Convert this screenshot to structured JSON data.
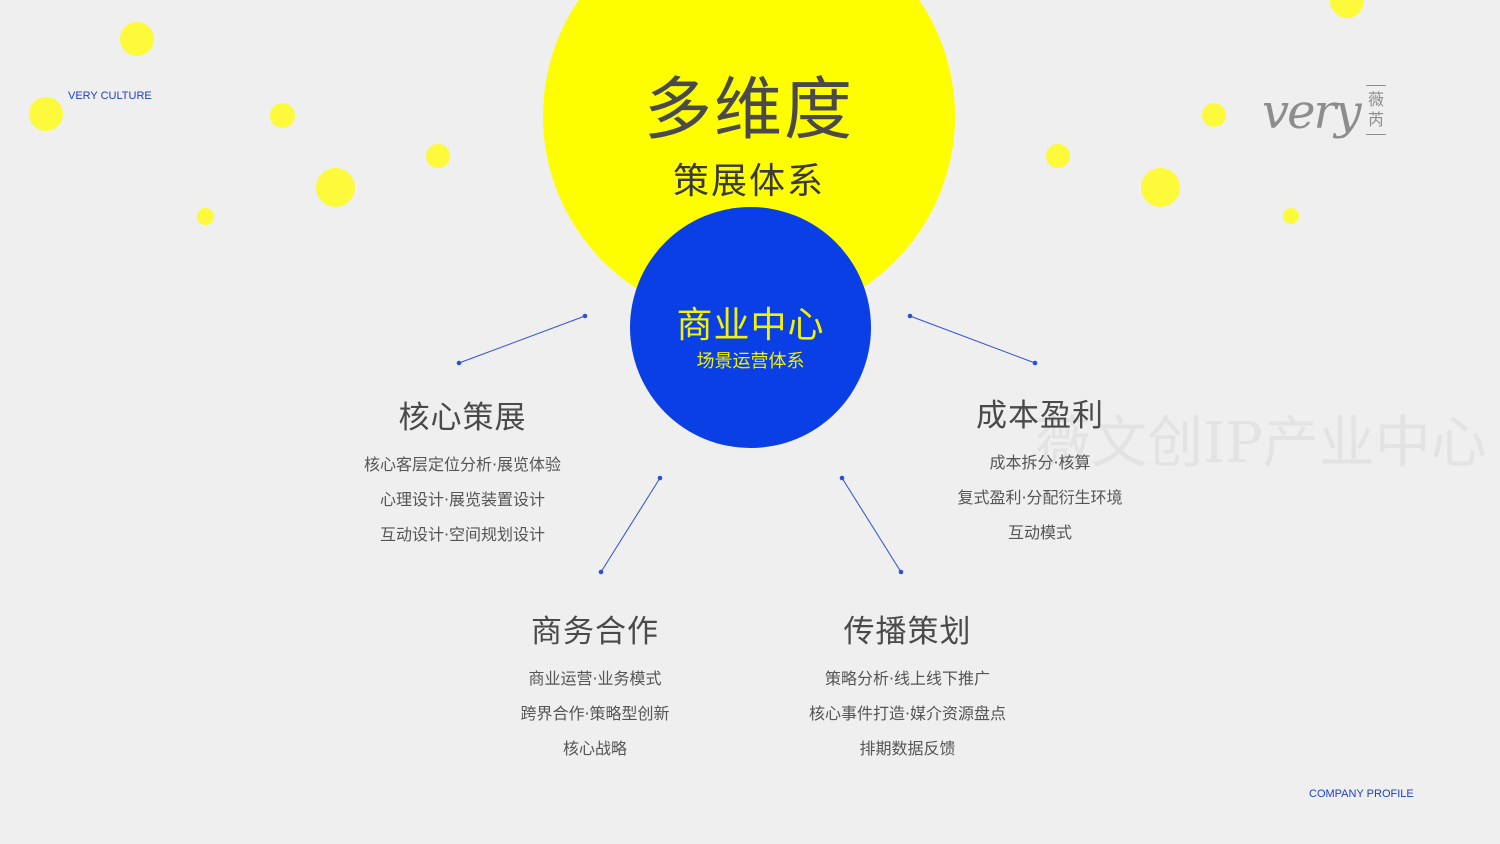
{
  "header": {
    "left_label": "VERY CULTURE",
    "title": "多维度",
    "subtitle": "策展体系"
  },
  "center": {
    "title": "商业中心",
    "subtitle": "场景运营体系"
  },
  "groups": {
    "core_curation": {
      "title": "核心策展",
      "lines": [
        "核心客层定位分析·展览体验",
        "心理设计·展览装置设计",
        "互动设计·空间规划设计"
      ]
    },
    "cost_profit": {
      "title": "成本盈利",
      "lines": [
        "成本拆分·核算",
        "复式盈利·分配衍生环境",
        "互动模式"
      ]
    },
    "business_coop": {
      "title": "商务合作",
      "lines": [
        "商业运营·业务模式",
        "跨界合作·策略型创新",
        "核心战略"
      ]
    },
    "promotion": {
      "title": "传播策划",
      "lines": [
        "策略分析·线上线下推广",
        "核心事件打造·媒介资源盘点",
        "排期数据反馈"
      ]
    }
  },
  "logo": {
    "latin": "very",
    "chinese": "薇芮"
  },
  "watermark": "薇文创IP产业中心",
  "footer": {
    "right_label": "COMPANY PROFILE"
  },
  "colors": {
    "yellow": "#fefe00",
    "blue": "#0a3fe6",
    "background": "#efefef",
    "accent_text": "#1a3fc8"
  }
}
